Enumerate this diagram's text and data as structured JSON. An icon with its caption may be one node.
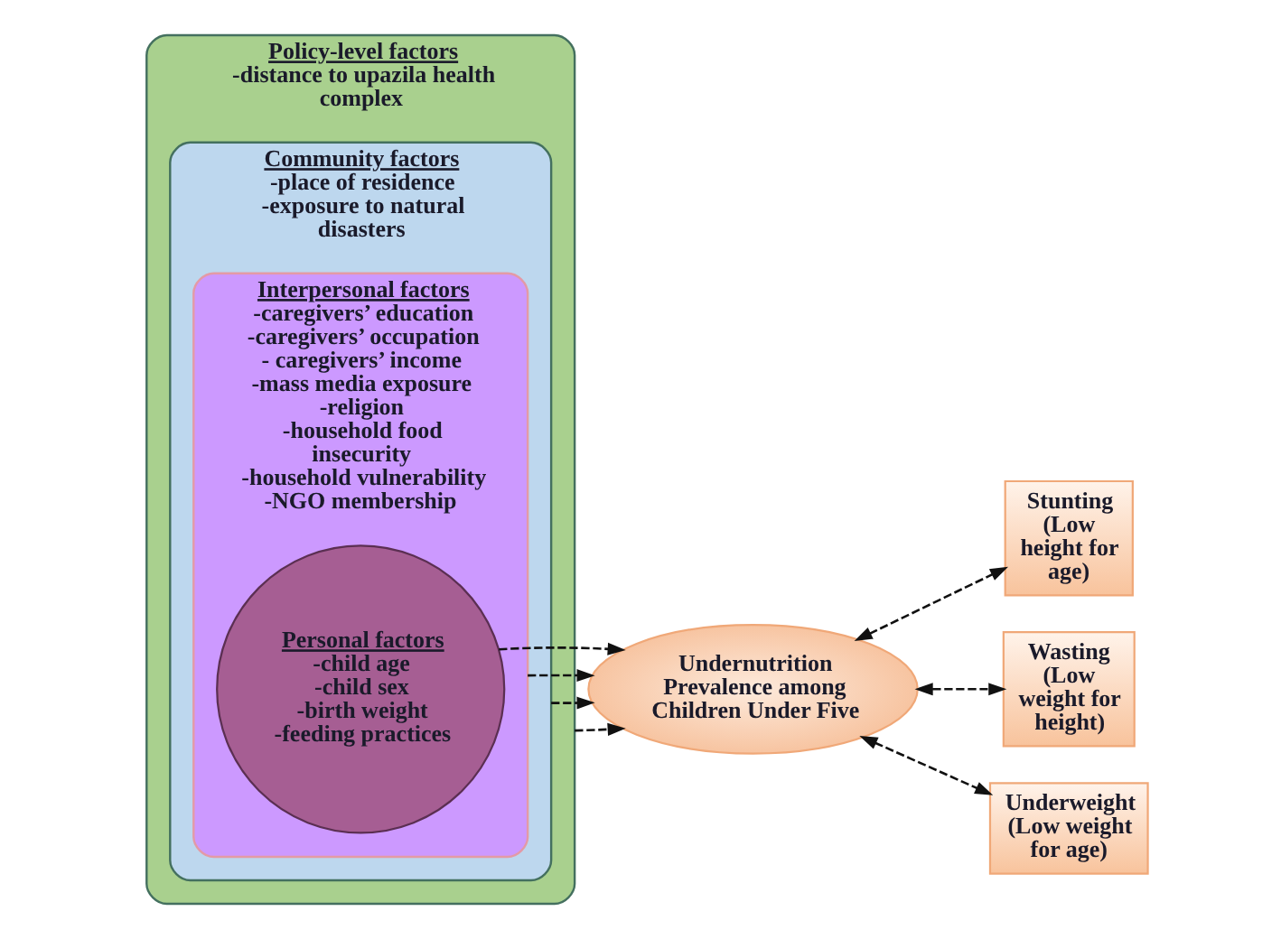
{
  "diagram": {
    "nodes": [
      {
        "text": [
          "Policy-level factors",
          "-distance to upazila health complex"
        ]
      },
      {
        "text": [
          "Community factors",
          "-place of residence",
          "-exposure to natural disasters"
        ],
        "in": 0
      },
      {
        "text": [
          "Interpersonal factors",
          "-caregivers’ education",
          "-caregivers’ occupation",
          "- caregivers’ income",
          "-mass media exposure",
          "-religion",
          "-household food insecurity",
          "-household vulnerability",
          "-NGO membership"
        ],
        "in": 1
      },
      {
        "text": [
          "Personal factors",
          "-child age",
          "-child sex",
          "-birth weight",
          "-feeding practices"
        ],
        "in": 2
      },
      {
        "text": [
          "Undernutrition Prevalence among Children Under Five"
        ]
      },
      {
        "text": [
          "Stunting (Low height for age)"
        ]
      },
      {
        "text": [
          "Wasting (Low weight for height)"
        ]
      },
      {
        "text": [
          "Underweight (Low weight for age)"
        ]
      }
    ],
    "edges": [
      {
        "from": 0,
        "to": 4,
        "arrow": "to",
        "style": "dashed"
      },
      {
        "from": 1,
        "to": 4,
        "arrow": "to",
        "style": "dashed"
      },
      {
        "from": 2,
        "to": 4,
        "arrow": "to",
        "style": "dashed"
      },
      {
        "from": 3,
        "to": 4,
        "arrow": "to",
        "style": "dashed"
      },
      {
        "from": 4,
        "to": 5,
        "arrow": "both",
        "style": "dashed"
      },
      {
        "from": 4,
        "to": 6,
        "arrow": "both",
        "style": "dashed"
      },
      {
        "from": 4,
        "to": 7,
        "arrow": "both",
        "style": "dashed"
      }
    ]
  }
}
